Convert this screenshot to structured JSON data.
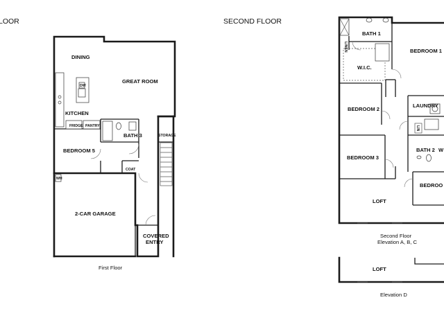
{
  "headings": {
    "first_floor_partial": "LOOR",
    "second_floor": "SECOND FLOOR"
  },
  "first_floor": {
    "caption": "First Floor",
    "rooms": {
      "dining": "DINING",
      "great_room": "GREAT ROOM",
      "kitchen": "KITCHEN",
      "fridge": "FRIDGE",
      "pantry": "PANTRY",
      "bath3": "BATH 3",
      "storage": "STORAGE",
      "bedroom5": "BEDROOM 5",
      "coat": "COAT",
      "wh": "WH",
      "dw": "DW",
      "garage": "2-CAR GARAGE",
      "covered_entry_1": "COVERED",
      "covered_entry_2": "ENTRY"
    }
  },
  "second_floor": {
    "caption_1": "Second Floor",
    "caption_2": "Elevation A, B, C",
    "rooms": {
      "bath1": "BATH 1",
      "linen": "LINEN",
      "bedroom1": "BEDROOM 1",
      "wic": "W.I.C.",
      "laundry": "LAUNDRY",
      "bedroom2": "BEDROOM 2",
      "linen2": "LIN",
      "bath2": "BATH 2",
      "wic2": "W",
      "bedroom3": "BEDROOM 3",
      "bedroom4": "BEDROO",
      "loft": "LOFT"
    }
  },
  "elevation_d": {
    "loft": "LOFT",
    "caption": "Elevation D"
  }
}
